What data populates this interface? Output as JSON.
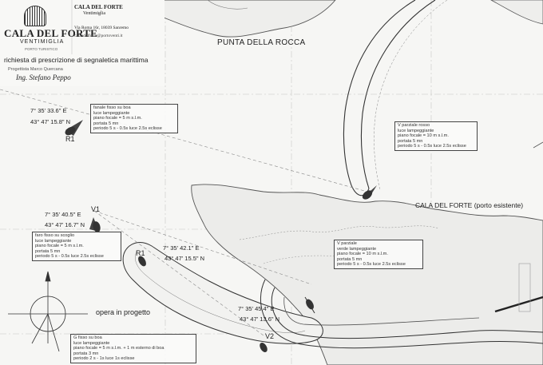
{
  "header": {
    "logo_main": "CALA DEL FORTE",
    "logo_sub": "VENTIMIGLIA",
    "logo_tag": "PORTO TURISTICO",
    "company_name": "CALA DEL FORTE",
    "company_city": "Ventimiglia",
    "address": "Via Roma 16r, 18039 Sanremo",
    "email": "calaadelforte@portoventi.it",
    "document_title": "richiesta di prescrizione di segnaletica marittima",
    "designer_role": "Progettista Marco Quercana",
    "engineer": "Ing. Stefano Peppo"
  },
  "places": {
    "headland": "PUNTA DELLA ROCCA",
    "existing_port": "CALA DEL FORTE (porto esistente)",
    "planned_work": "opera in progetto"
  },
  "markers": [
    {
      "id": "R1",
      "label": "R1",
      "coord_e": "7° 35' 33.6\" E",
      "coord_n": "43° 47' 15.8\" N"
    },
    {
      "id": "V1",
      "label": "V1",
      "coord_e": "7° 35' 40.5\" E",
      "coord_n": "43° 47' 16.7\" N"
    },
    {
      "id": "R1b",
      "label": "R1",
      "coord_e": "7° 35' 42.1\" E",
      "coord_n": "43° 47' 15.5\" N"
    },
    {
      "id": "V2",
      "label": "V2",
      "coord_e": "7° 35' 45.4\" E",
      "coord_n": "43° 47' 13.6\" N"
    }
  ],
  "info_boxes": {
    "box_r1": [
      "fanale fisso su boa",
      "luce lampeggiante",
      "piano focale = 5 m s.l.m.",
      "portata 5 mn",
      "periodo 5 s - 0.5s luce 2.5s eclisse"
    ],
    "box_port": [
      "V parziale rosso",
      "luce lampeggiante",
      "piano focale = 10 m s.l.m.",
      "portata 5 mn",
      "periodo 5 s - 0.5s luce 2.5s eclisse"
    ],
    "box_v1": [
      "faro fisso su scoglio",
      "luce lampeggiante",
      "piano focale = 5 m s.l.m.",
      "portata 5 mn",
      "periodo 5 s - 0.5s luce 2.5s eclisse"
    ],
    "box_right": [
      "V parziale",
      "verde lampeggiante",
      "piano focale = 10 m s.l.m.",
      "portata 5 mn",
      "periodo 5 s - 0.5s luce 2.5s eclisse"
    ],
    "box_bottom": [
      "G fisso su boa",
      "luce lampeggiante",
      "piano focale = 5 m s.l.m. + 1 m esterno di boa",
      "portata 3 mn",
      "periodo 2 s - 1s luce 1s eclisse"
    ]
  }
}
